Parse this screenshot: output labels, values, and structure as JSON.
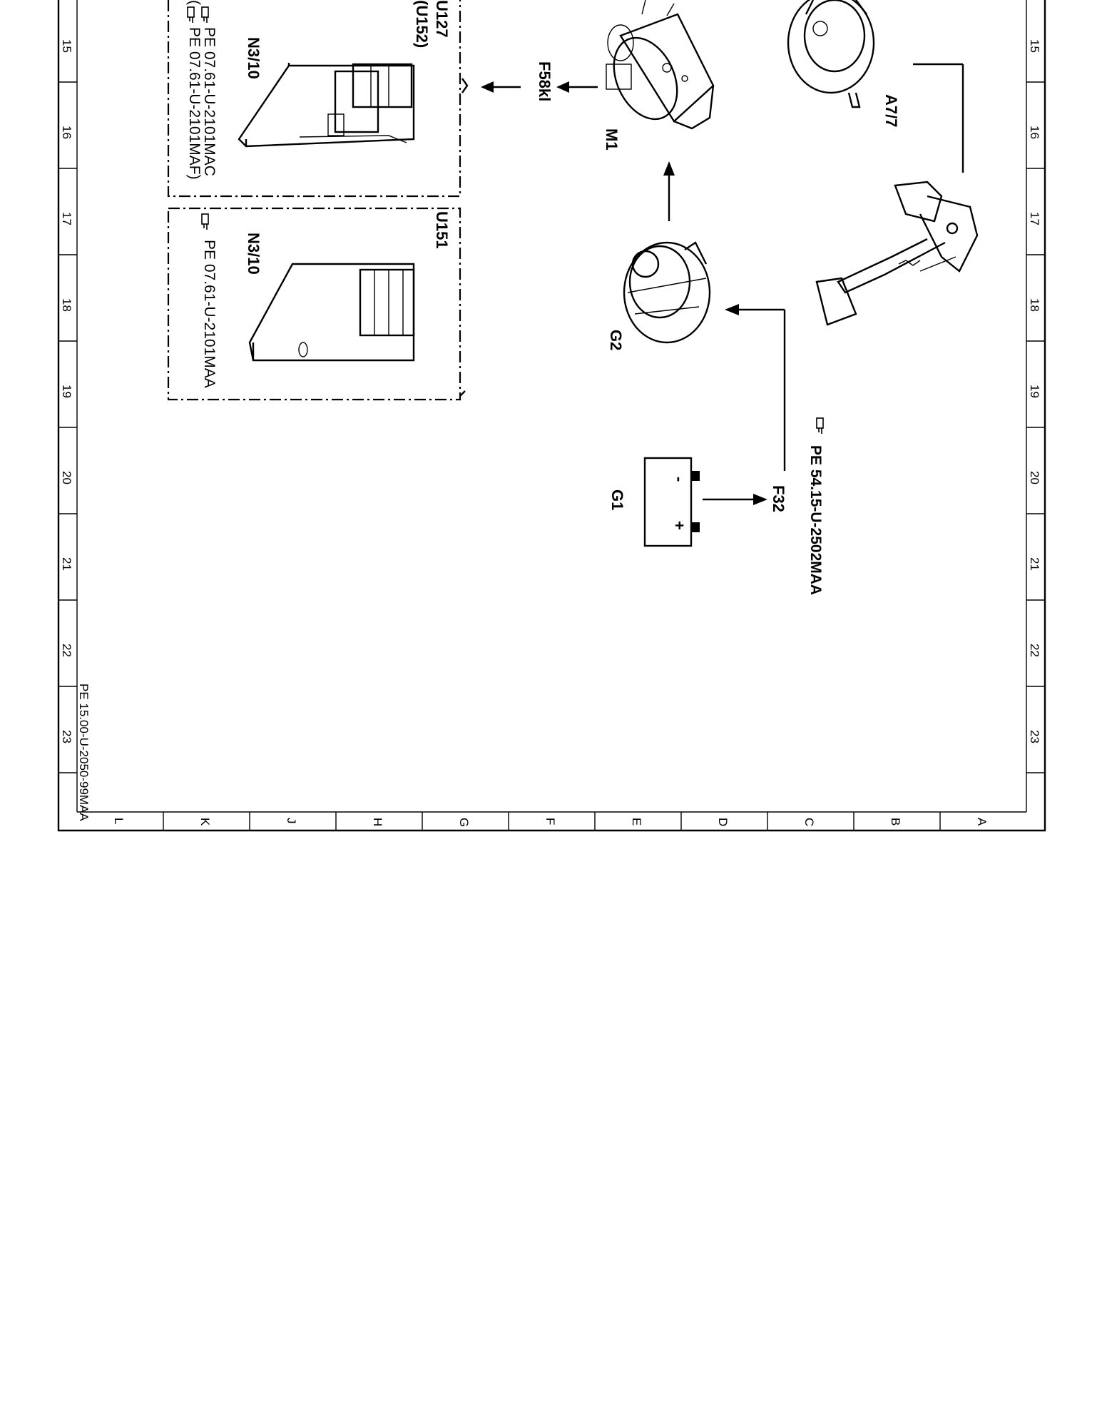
{
  "sheet": {
    "row_numbers": [
      "15",
      "16",
      "17",
      "18",
      "19",
      "20",
      "21",
      "22",
      "23"
    ],
    "column_letters": [
      "L",
      "K",
      "J",
      "H",
      "G",
      "F",
      "E",
      "D",
      "C",
      "B",
      "A"
    ],
    "document_code": "PE 15.00-U-2050-99MAA"
  },
  "components": {
    "m1": "M1",
    "g2": "G2",
    "g1": "G1",
    "a77": "A7/7",
    "n310_top": "N3/10",
    "n310_bottom": "N3/10",
    "battery_minus": "-",
    "battery_plus": "+"
  },
  "fuses": {
    "f58kl": "F58kl",
    "f32": "F32"
  },
  "groups": {
    "u127": "U127",
    "u152": "(U152)",
    "u151": "U151"
  },
  "references": {
    "ref1": "PE 07.61-U-2101MAC",
    "ref2": "PE 07.61-U-2101MAF)",
    "ref2_prefix": "(",
    "ref3": "PE 07.61-U-2101MAA",
    "ref4": "PE 54.15-U-2502MAA"
  },
  "icons": {
    "reference_marker": "pointing-hand-icon"
  }
}
